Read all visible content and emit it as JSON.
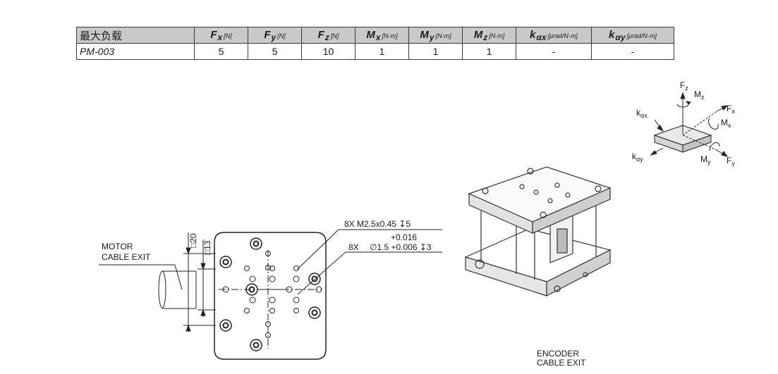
{
  "table": {
    "corner": "最大负载",
    "columns": [
      {
        "sym": "F",
        "sub": "x",
        "unit": "[N]"
      },
      {
        "sym": "F",
        "sub": "y",
        "unit": "[N]"
      },
      {
        "sym": "F",
        "sub": "z",
        "unit": "[N]"
      },
      {
        "sym": "M",
        "sub": "x",
        "unit": "[N·m]"
      },
      {
        "sym": "M",
        "sub": "y",
        "unit": "[N·m]"
      },
      {
        "sym": "M",
        "sub": "z",
        "unit": "[N·m]"
      },
      {
        "sym": "k",
        "sub": "αx",
        "unit": "[μrad/N·m]"
      },
      {
        "sym": "k",
        "sub": "αy",
        "unit": "[μrad/N·m]"
      }
    ],
    "rows": [
      {
        "name": "PM-003",
        "values": [
          "5",
          "5",
          "10",
          "1",
          "1",
          "1",
          "-",
          "-"
        ]
      }
    ]
  },
  "axes_icon": {
    "fz": "F",
    "fz_sub": "z",
    "mz": "M",
    "mz_sub": "z",
    "fx": "F",
    "fx_sub": "x",
    "mx": "M",
    "mx_sub": "x",
    "my": "M",
    "my_sub": "y",
    "fy": "F",
    "fy_sub": "y",
    "kax": "k",
    "kax_sub": "αx",
    "kay": "k",
    "kay_sub": "αy"
  },
  "drawing": {
    "motor_line1": "MOTOR",
    "motor_line2": "CABLE EXIT",
    "dim_20": "□20",
    "dim_13": "□13",
    "thread_note": "8X M2.5x0.45 ↧5",
    "tol_upper": "+0.016",
    "pin_prefix": "8X",
    "pin_note": "∅1.5 +0.006 ↧3",
    "encoder_line1": "ENCODER",
    "encoder_line2": "CABLE EXIT"
  }
}
